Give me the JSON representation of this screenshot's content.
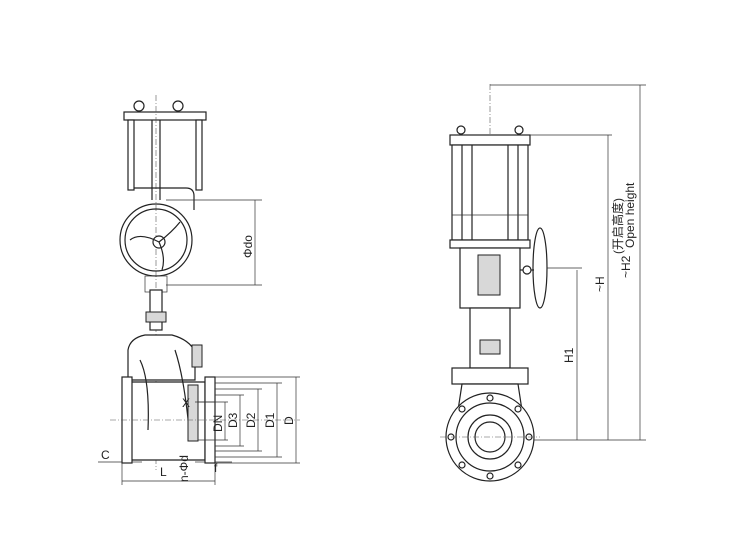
{
  "front_view": {
    "labels": {
      "do": "Φdo",
      "c": "C",
      "l": "L",
      "nd": "n-Φd",
      "f": "f",
      "x": "X",
      "dn": "DN",
      "d3": "D3",
      "d2": "D2",
      "d1": "D1",
      "d": "D"
    }
  },
  "side_view": {
    "labels": {
      "h1": "H1",
      "h": "~H",
      "h2": "~H2",
      "open_height_cn": "(开启高度)",
      "open_height_en": "Open height"
    }
  }
}
